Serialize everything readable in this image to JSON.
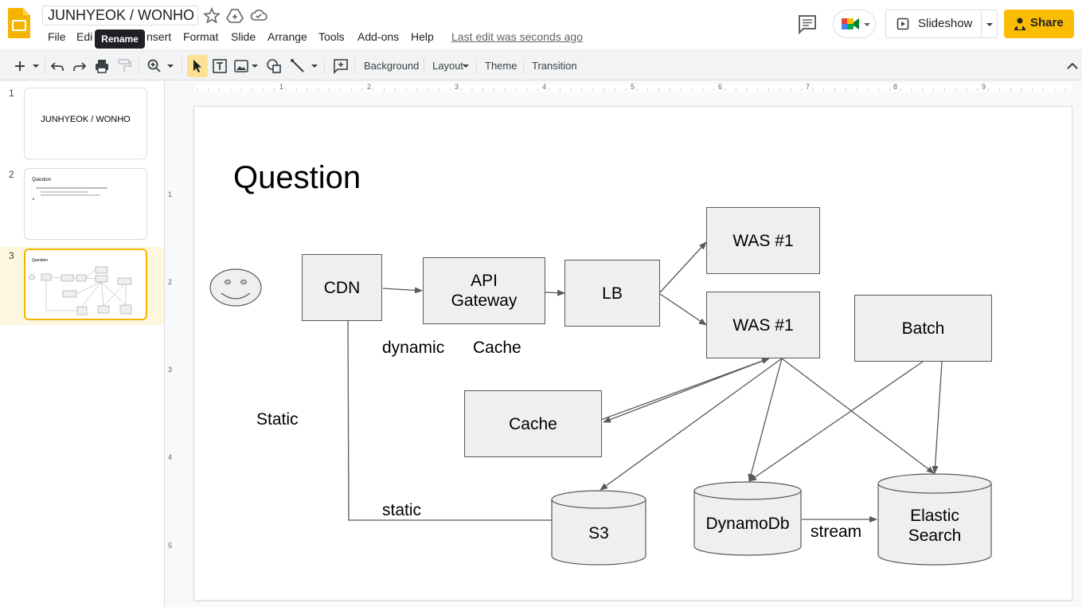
{
  "app": {
    "logo_icon": "slides-logo-icon",
    "accent_color": "#f4b400"
  },
  "header": {
    "title": "JUNHYEOK / WONHO",
    "tooltip": "Rename",
    "last_edit": "Last edit was seconds ago",
    "slideshow_label": "Slideshow",
    "share_label": "Share",
    "share_color": "#fbbc04"
  },
  "menu": [
    "File",
    "Edit",
    "Insert",
    "Format",
    "Slide",
    "Arrange",
    "Tools",
    "Add-ons",
    "Help"
  ],
  "menu_visible": [
    "File",
    "Edi",
    "nsert",
    "Format",
    "Slide",
    "Arrange",
    "Tools",
    "Add-ons",
    "Help"
  ],
  "toolbar": {
    "background_label": "Background",
    "layout_label": "Layout",
    "theme_label": "Theme",
    "transition_label": "Transition"
  },
  "ruler": {
    "top": [
      "1",
      "2",
      "3",
      "4",
      "5",
      "6",
      "7",
      "8",
      "9"
    ],
    "left": [
      "1",
      "2",
      "3",
      "4",
      "5"
    ]
  },
  "slides": [
    {
      "number": "1",
      "title": "JUNHYEOK / WONHO"
    },
    {
      "number": "2",
      "title": "Question"
    },
    {
      "number": "3",
      "title": "Question",
      "selected": true
    }
  ],
  "slide": {
    "title": "Question",
    "nodes": {
      "cdn": "CDN",
      "api_gateway": "API\nGateway",
      "lb": "LB",
      "was_1": "WAS #1",
      "was_2": "WAS #1",
      "batch": "Batch",
      "cache": "Cache",
      "s3": "S3",
      "dynamodb": "DynamoDb",
      "elastic": "Elastic\nSearch"
    },
    "labels": {
      "dynamic": "dynamic",
      "cache": "Cache",
      "static_upper": "Static",
      "static_lower": "static",
      "stream": "stream"
    }
  }
}
